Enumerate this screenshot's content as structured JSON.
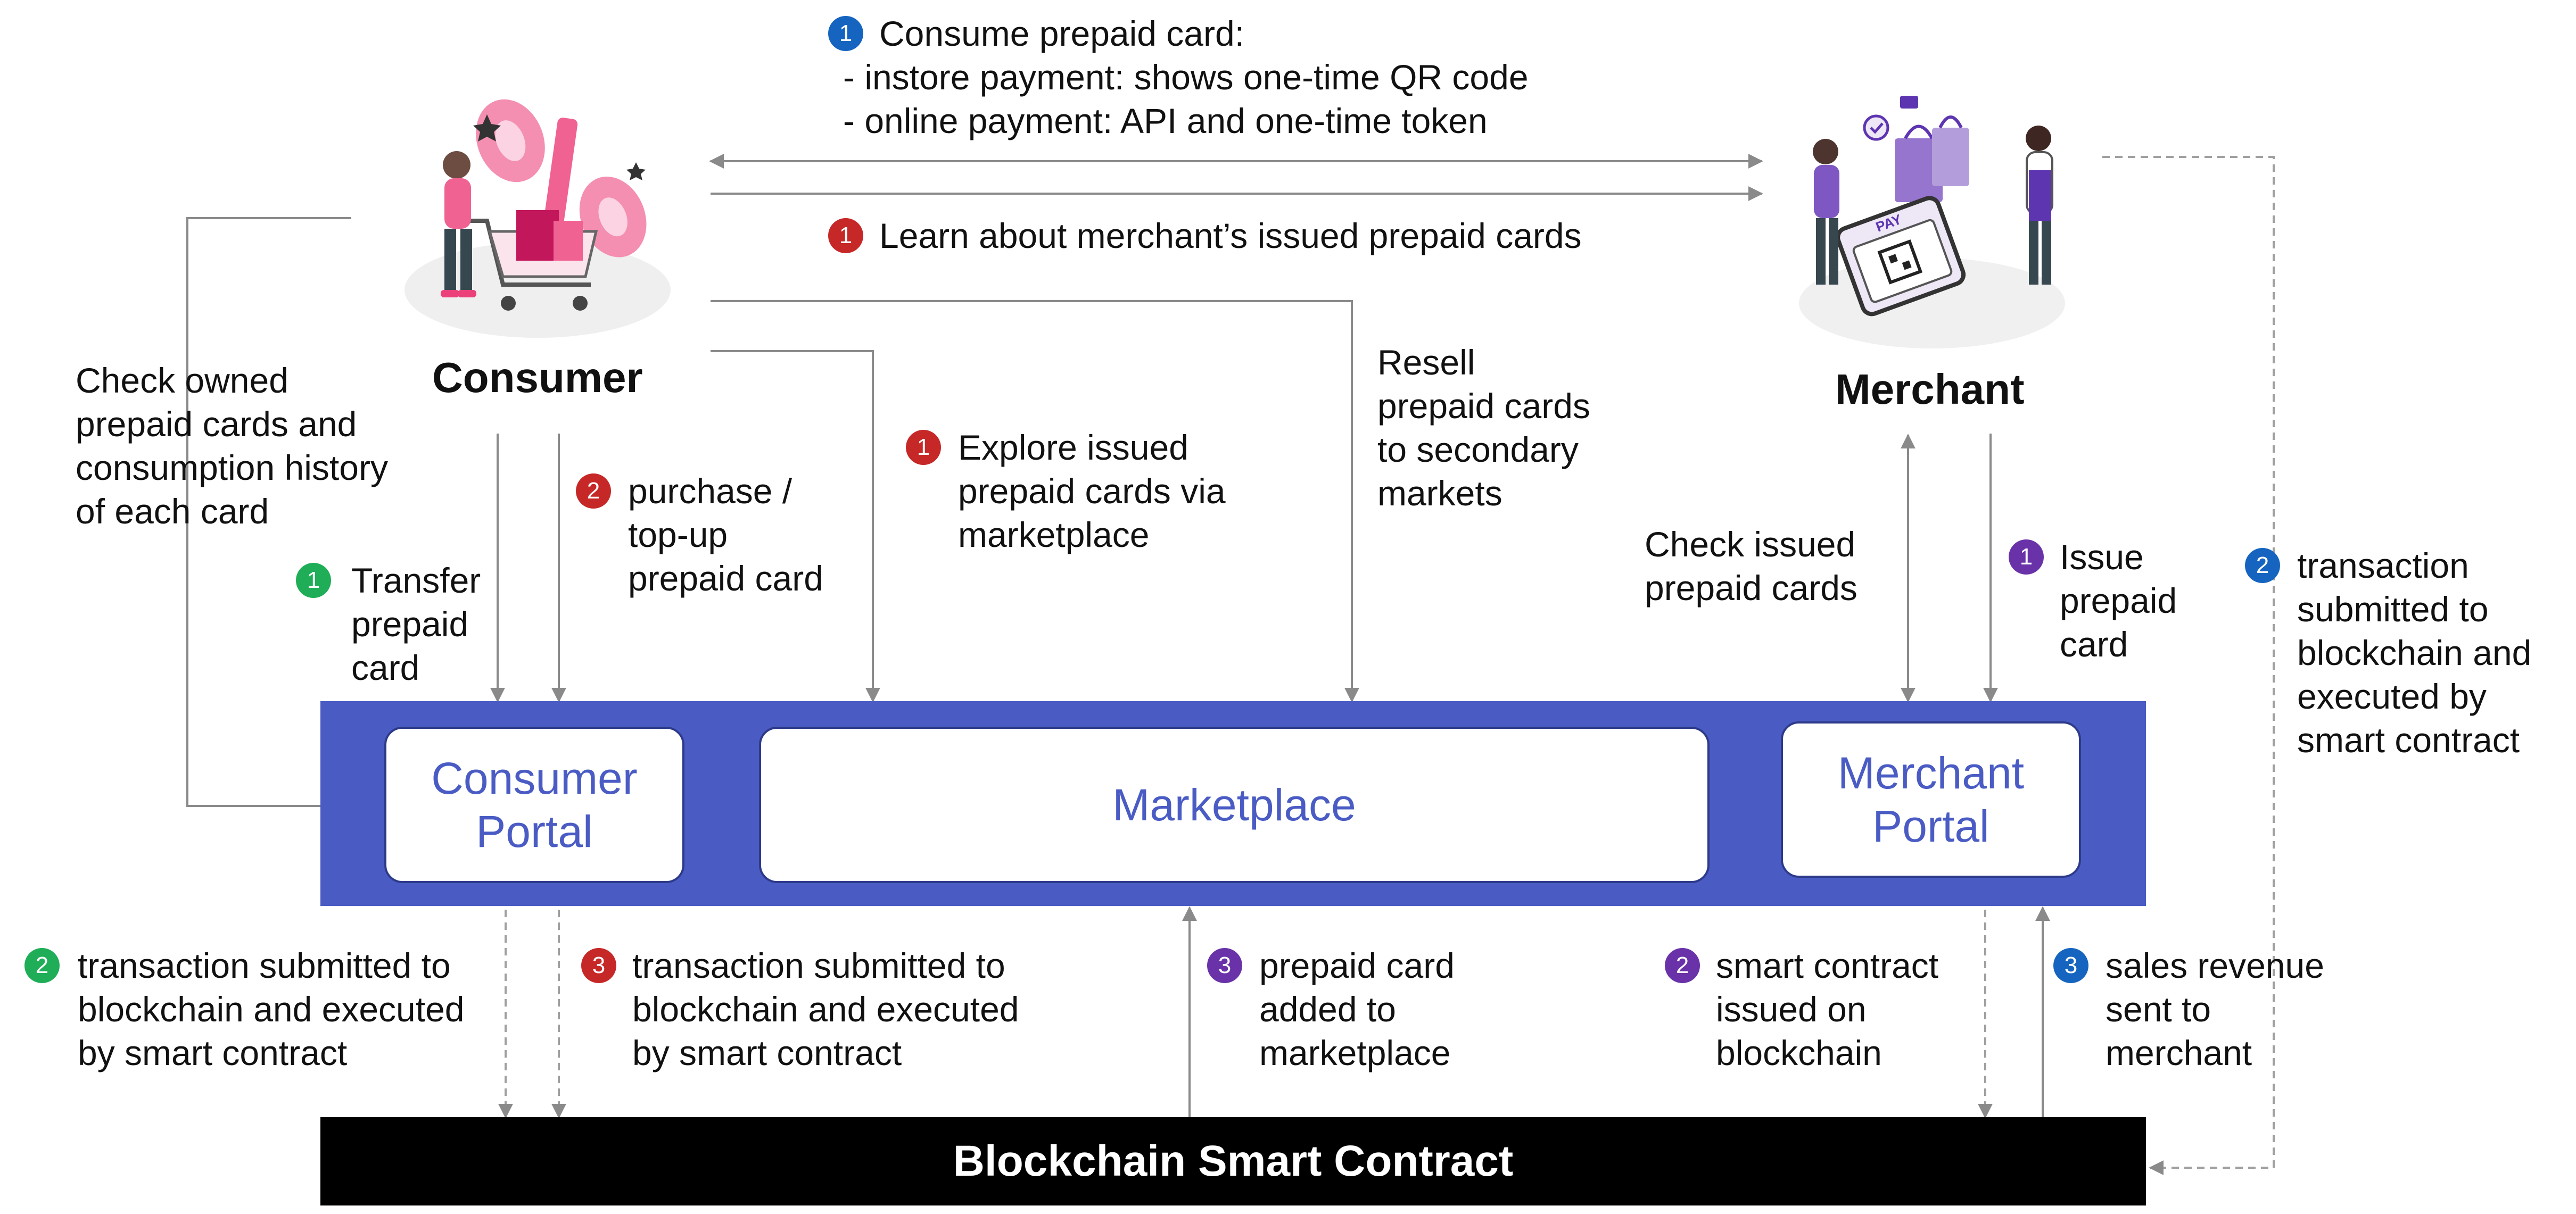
{
  "colors": {
    "blue_badge": "#1565c0",
    "red_badge": "#c62828",
    "green_badge": "#1fae57",
    "purple_badge": "#6a32a8",
    "platform_band": "#4a5cc4",
    "box_text": "#4a5cc4",
    "chain_bar": "#000000",
    "arrow": "#8a8a8a"
  },
  "actors": {
    "consumer": "Consumer",
    "merchant": "Merchant"
  },
  "platform": {
    "consumer_portal": [
      "Consumer",
      "Portal"
    ],
    "marketplace": "Marketplace",
    "merchant_portal": [
      "Merchant",
      "Portal"
    ]
  },
  "blockchain": {
    "label": "Blockchain Smart Contract"
  },
  "labels": {
    "consume": {
      "badge": "1",
      "lines": [
        "Consume prepaid card:",
        "-   instore payment: shows one-time QR code",
        "-   online payment: API and one-time token"
      ]
    },
    "learn": {
      "badge": "1",
      "lines": [
        "Learn about merchant’s issued prepaid cards"
      ]
    },
    "check_owned": {
      "lines": [
        "Check owned",
        "prepaid cards and",
        "consumption history",
        "of each card"
      ]
    },
    "transfer": {
      "badge": "1",
      "lines": [
        "Transfer",
        "prepaid",
        "card"
      ]
    },
    "purchase": {
      "badge": "2",
      "lines": [
        "purchase /",
        "top-up",
        "prepaid card"
      ]
    },
    "explore": {
      "badge": "1",
      "lines": [
        "Explore issued",
        "prepaid cards via",
        "marketplace"
      ]
    },
    "resell": {
      "lines": [
        "Resell",
        "prepaid cards",
        "to secondary",
        "markets"
      ]
    },
    "check_issued": {
      "lines": [
        "Check issued",
        "prepaid cards"
      ]
    },
    "issue": {
      "badge": "1",
      "lines": [
        "Issue",
        "prepaid",
        "card"
      ]
    },
    "merchant_tx": {
      "badge": "2",
      "lines": [
        "transaction",
        "submitted to",
        "blockchain and",
        "executed by",
        "smart contract"
      ]
    },
    "consumer_tx_green": {
      "badge": "2",
      "lines": [
        "transaction submitted to",
        "blockchain and executed",
        "by smart contract"
      ]
    },
    "consumer_tx_red": {
      "badge": "3",
      "lines": [
        "transaction submitted to",
        "blockchain and executed",
        "by smart contract"
      ]
    },
    "card_added": {
      "badge": "3",
      "lines": [
        "prepaid card",
        "added to",
        "marketplace"
      ]
    },
    "contract_issued": {
      "badge": "2",
      "lines": [
        "smart contract",
        "issued on",
        "blockchain"
      ]
    },
    "sales_revenue": {
      "badge": "3",
      "lines": [
        "sales revenue",
        "sent to",
        "merchant"
      ]
    }
  },
  "icons": {
    "consumer_illustration": "shopper-with-cart-and-percent-sign-icon",
    "merchant_illustration": "merchant-payment-terminal-qr-icon",
    "pay_text": "PAY"
  }
}
